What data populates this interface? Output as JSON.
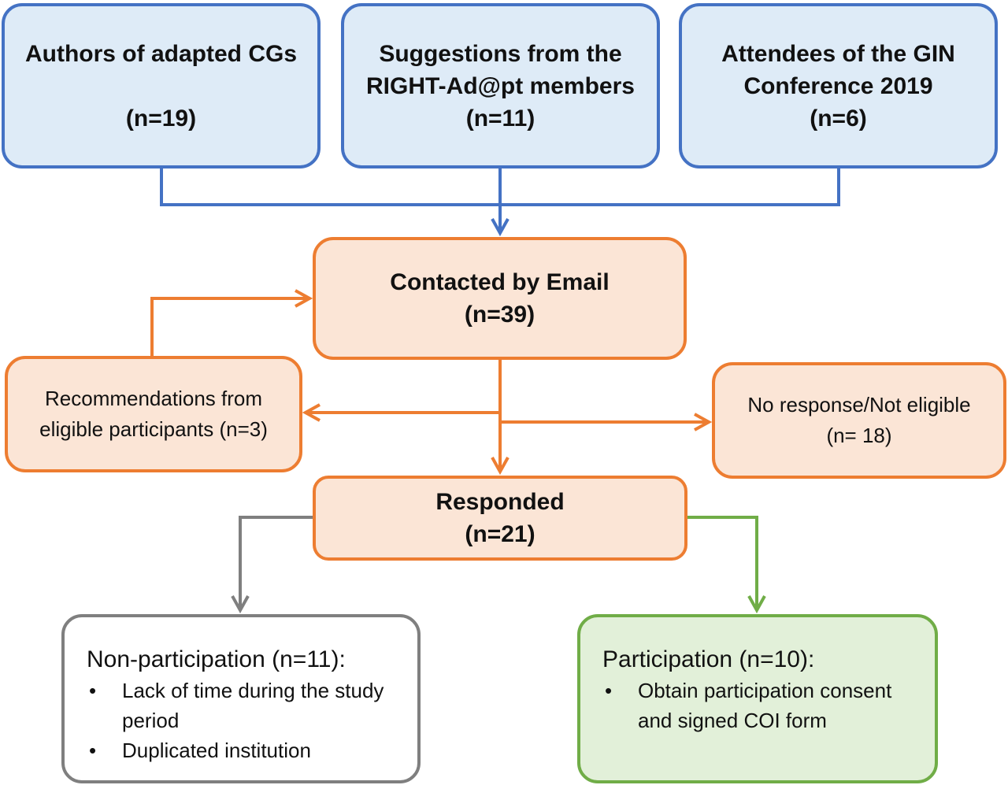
{
  "sources": [
    {
      "title": "Authors of adapted CGs",
      "count": "(n=19)"
    },
    {
      "title": "Suggestions from the RIGHT-Ad@pt members",
      "count": "(n=11)"
    },
    {
      "title": "Attendees of the GIN Conference 2019",
      "count": "(n=6)"
    }
  ],
  "contacted": {
    "title": "Contacted by Email",
    "count": "(n=39)"
  },
  "recommendations": {
    "line1": "Recommendations from",
    "line2": "eligible participants (n=3)"
  },
  "no_response": {
    "line1": "No response/Not eligible",
    "line2": "(n= 18)"
  },
  "responded": {
    "title": "Responded",
    "count": "(n=21)"
  },
  "non_participation": {
    "title": "Non-participation (n=11):",
    "reasons": [
      "Lack of time during the study period",
      "Duplicated institution"
    ]
  },
  "participation": {
    "title": "Participation (n=10):",
    "steps": [
      "Obtain participation consent and signed COI form"
    ]
  },
  "colors": {
    "blue": "#4472c4",
    "orange": "#ed7d31",
    "gray": "#7f7f7f",
    "green": "#70ad47"
  }
}
